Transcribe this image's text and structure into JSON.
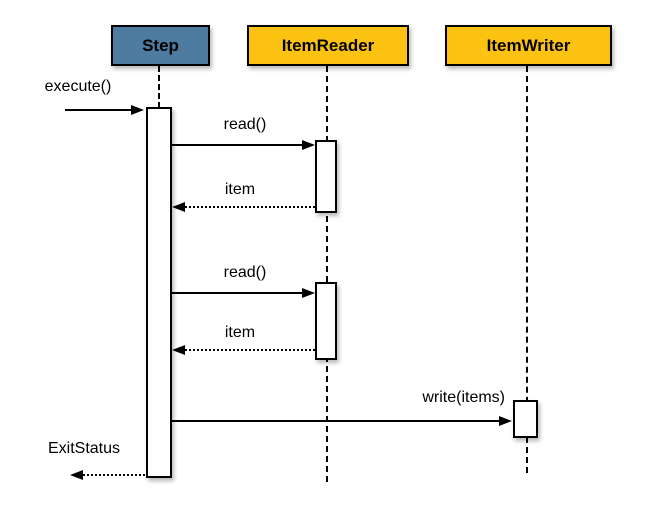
{
  "diagram": {
    "type": "uml-sequence",
    "actors": [
      {
        "id": "step",
        "label": "Step",
        "color": "#4E7CA0"
      },
      {
        "id": "item-reader",
        "label": "ItemReader",
        "color": "#FCC211"
      },
      {
        "id": "item-writer",
        "label": "ItemWriter",
        "color": "#FCC211"
      }
    ],
    "messages": [
      {
        "label": "execute()",
        "type": "sync",
        "from": "caller",
        "to": "step"
      },
      {
        "label": "read()",
        "type": "sync",
        "from": "step",
        "to": "item-reader"
      },
      {
        "label": "item",
        "type": "return",
        "from": "item-reader",
        "to": "step"
      },
      {
        "label": "read()",
        "type": "sync",
        "from": "step",
        "to": "item-reader"
      },
      {
        "label": "item",
        "type": "return",
        "from": "item-reader",
        "to": "step"
      },
      {
        "label": "write(items)",
        "type": "sync",
        "from": "step",
        "to": "item-writer"
      },
      {
        "label": "ExitStatus",
        "type": "return",
        "from": "step",
        "to": "caller"
      }
    ],
    "colors": {
      "step_header": "#4E7CA0",
      "item_header": "#FCC211",
      "stroke": "#000000",
      "background": "#FFFFFF"
    }
  }
}
